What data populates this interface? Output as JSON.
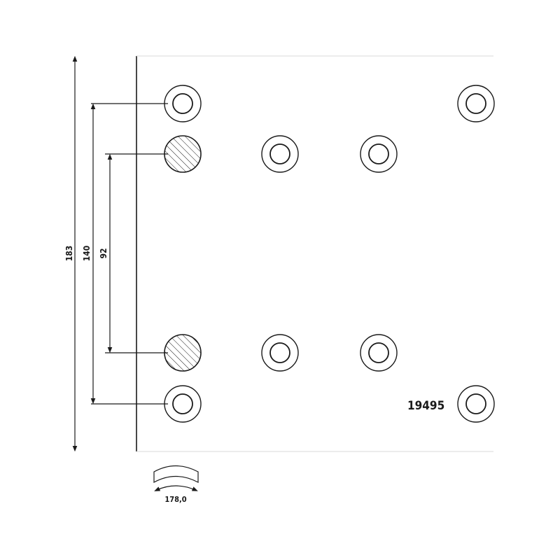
{
  "drawing": {
    "dimensions": {
      "overall_height": "183",
      "outer_rivet_spacing": "140",
      "inner_rivet_spacing": "92",
      "arc_width": "178,0"
    },
    "part_number": "19495",
    "rivet_holes": [
      {
        "kind": "plain"
      },
      {
        "kind": "plain"
      },
      {
        "kind": "hatched"
      },
      {
        "kind": "plain"
      },
      {
        "kind": "plain"
      },
      {
        "kind": "hatched"
      },
      {
        "kind": "plain"
      },
      {
        "kind": "plain"
      },
      {
        "kind": "plain"
      },
      {
        "kind": "plain"
      }
    ]
  }
}
